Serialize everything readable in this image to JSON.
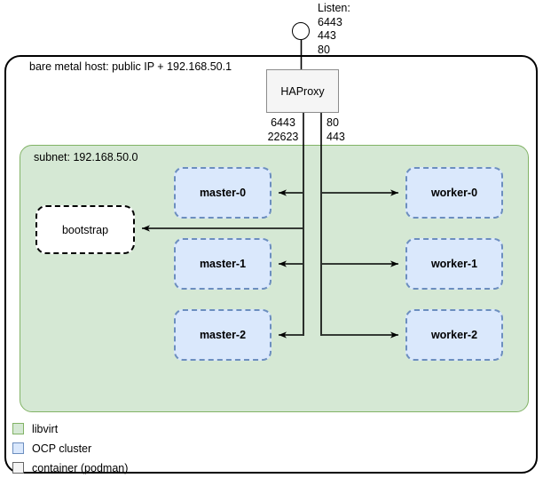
{
  "diagram": {
    "title": "bare metal host OpenShift cluster topology",
    "listen": {
      "heading": "Listen:",
      "ports": "6443\n443\n80",
      "full_text": "Listen:\n6443\n443\n80"
    },
    "host": {
      "label": "bare metal host: public IP + 192.168.50.1"
    },
    "haproxy": {
      "label": "HAProxy",
      "ports_left": "6443\n22623",
      "ports_right": "80\n443"
    },
    "subnet": {
      "label": "subnet: 192.168.50.0"
    },
    "bootstrap": {
      "label": "bootstrap"
    },
    "masters": [
      {
        "label": "master-0"
      },
      {
        "label": "master-1"
      },
      {
        "label": "master-2"
      }
    ],
    "workers": [
      {
        "label": "worker-0"
      },
      {
        "label": "worker-1"
      },
      {
        "label": "worker-2"
      }
    ],
    "legend": [
      {
        "label": "libvirt",
        "fill": "#d5e8d4",
        "stroke": "#82b366"
      },
      {
        "label": "OCP cluster",
        "fill": "#dae8fc",
        "stroke": "#6c8ebf"
      },
      {
        "label": "container (podman)",
        "fill": "#f5f5f5",
        "stroke": "#666666"
      }
    ],
    "colors": {
      "libvirt_fill": "#d5e8d4",
      "libvirt_stroke": "#82b366",
      "ocp_fill": "#dae8fc",
      "ocp_stroke": "#6c8ebf",
      "container_fill": "#f5f5f5",
      "container_stroke": "#666666",
      "line": "#000000"
    }
  }
}
